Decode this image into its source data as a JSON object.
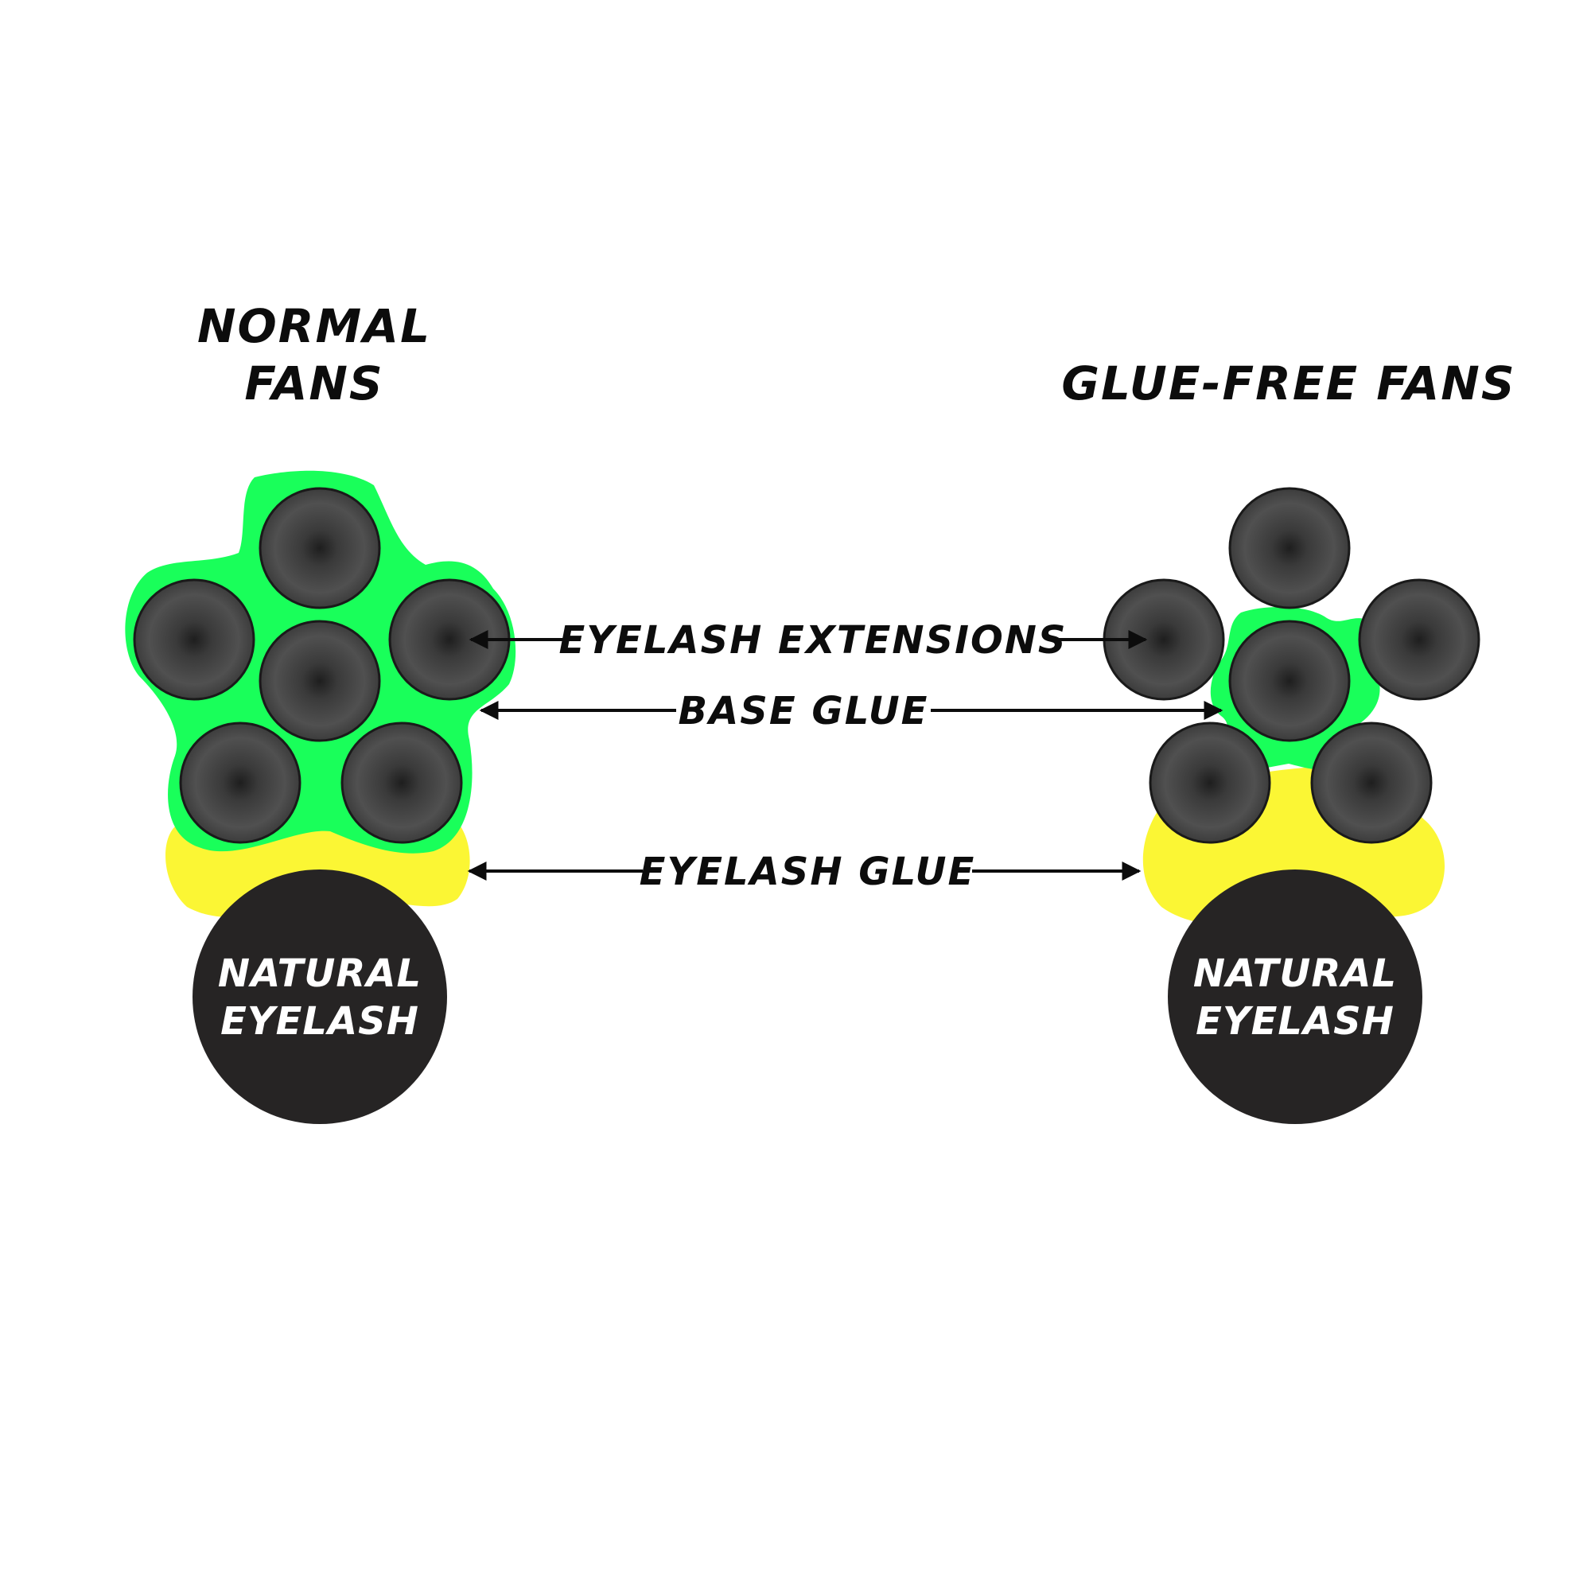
{
  "titles": {
    "left_line1": "NORMAL",
    "left_line2": "FANS",
    "right": "GLUE-FREE FANS"
  },
  "labels": {
    "extensions": "EYELASH EXTENSIONS",
    "base_glue": "BASE GLUE",
    "eyelash_glue": "EYELASH GLUE"
  },
  "natural": {
    "line1": "NATURAL",
    "line2": "EYELASH"
  },
  "colors": {
    "base_glue": "#19ff5a",
    "eyelash_glue": "#fbf634",
    "lash_outer": "#2a2a2a",
    "lash_center": "#1a1a1a",
    "natural_lash": "#262424",
    "arrow": "#0c0c0c",
    "background": "#ffffff"
  }
}
